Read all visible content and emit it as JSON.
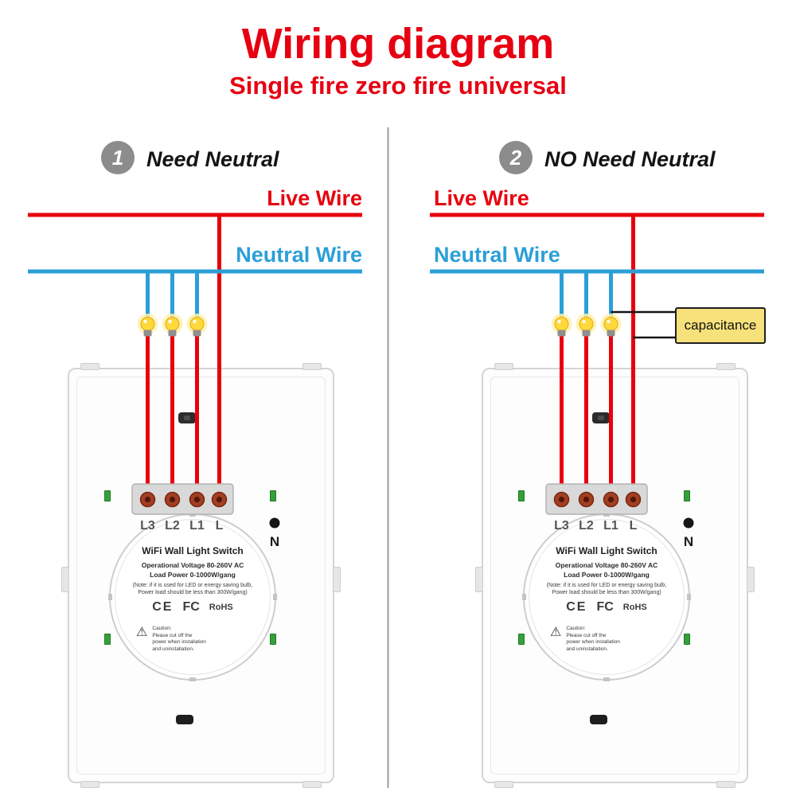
{
  "header": {
    "title": "Wiring diagram",
    "subtitle": "Single fire zero fire universal"
  },
  "diagram_left": {
    "badge": "1",
    "heading": "Need Neutral",
    "live_label": "Live Wire",
    "neutral_label": "Neutral Wire"
  },
  "diagram_right": {
    "badge": "2",
    "heading": "NO Need Neutral",
    "live_label": "Live Wire",
    "neutral_label": "Neutral Wire",
    "capacitor_label": "capacitance"
  },
  "device": {
    "terminal_labels": [
      "L3",
      "L2",
      "L1",
      "L"
    ],
    "neutral_label": "N",
    "title": "WiFi Wall Light Switch",
    "spec_lines": [
      "Operational Voltage 80-260V AC",
      "Load Power 0-1000W/gang"
    ],
    "note_lines": [
      "(Note: if it is used for LED or energy saving bulb,",
      "Power load should be less than 300W/gang)"
    ],
    "certs": [
      "CE",
      "FC",
      "RoHS"
    ],
    "caution_lines": [
      "Caution:",
      "Please cut off the",
      "power when installation",
      "and uninstallation."
    ]
  },
  "colors": {
    "accent_red": "#e60012",
    "live_wire_red": "#e8000d",
    "neutral_wire_blue": "#2b9fd8",
    "badge_gray": "#8c8c8c",
    "capacitor_yellow": "#f6e17b",
    "clip_green": "#35a03a",
    "terminal_maroon": "#a03f22"
  }
}
